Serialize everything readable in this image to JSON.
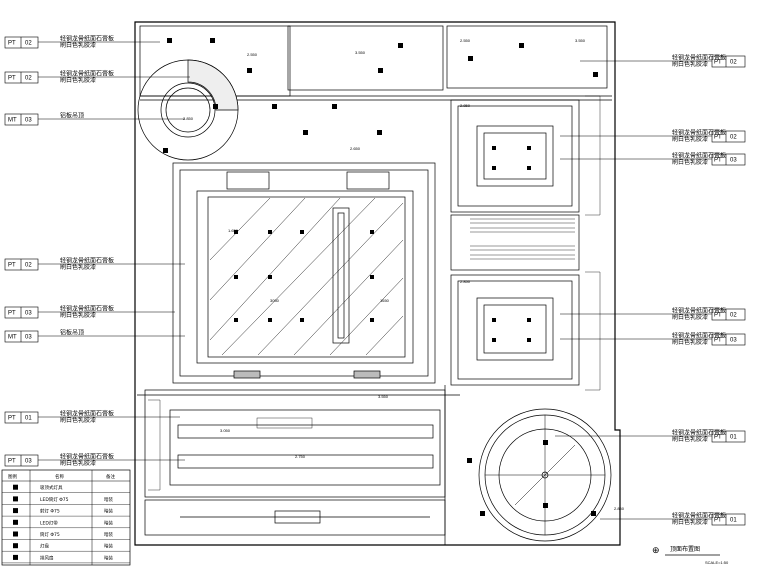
{
  "tags_left": [
    {
      "code": "PT",
      "num": "02",
      "note": "轻钢龙骨纸面石膏板",
      "sub": "刷白色乳胶漆"
    },
    {
      "code": "PT",
      "num": "02",
      "note": "轻钢龙骨纸面石膏板",
      "sub": "刷白色乳胶漆"
    },
    {
      "code": "MT",
      "num": "03",
      "note": "铝板吊顶",
      "sub": ""
    },
    {
      "code": "PT",
      "num": "02",
      "note": "轻钢龙骨纸面石膏板",
      "sub": "刷白色乳胶漆"
    },
    {
      "code": "PT",
      "num": "03",
      "note": "轻钢龙骨纸面石膏板",
      "sub": "刷白色乳胶漆"
    },
    {
      "code": "MT",
      "num": "03",
      "note": "铝板吊顶",
      "sub": ""
    },
    {
      "code": "PT",
      "num": "01",
      "note": "轻钢龙骨纸面石膏板",
      "sub": "刷白色乳胶漆"
    },
    {
      "code": "PT",
      "num": "03",
      "note": "轻钢龙骨纸面石膏板",
      "sub": "刷白色乳胶漆"
    }
  ],
  "tags_right": [
    {
      "code": "PT",
      "num": "02",
      "note": "轻钢龙骨纸面石膏板",
      "sub": "刷白色乳胶漆"
    },
    {
      "code": "PT",
      "num": "02",
      "note": "轻钢龙骨纸面石膏板",
      "sub": "刷白色乳胶漆"
    },
    {
      "code": "PT",
      "num": "03",
      "note": "轻钢龙骨纸面石膏板",
      "sub": "刷白色乳胶漆"
    },
    {
      "code": "PT",
      "num": "02",
      "note": "轻钢龙骨纸面石膏板",
      "sub": "刷白色乳胶漆"
    },
    {
      "code": "PT",
      "num": "03",
      "note": "轻钢龙骨纸面石膏板",
      "sub": "刷白色乳胶漆"
    },
    {
      "code": "PT",
      "num": "01",
      "note": "轻钢龙骨纸面石膏板",
      "sub": "刷白色乳胶漆"
    },
    {
      "code": "PT",
      "num": "01",
      "note": "轻钢龙骨纸面石膏板",
      "sub": "刷白色乳胶漆"
    }
  ],
  "dims": [
    "2.550",
    "3.550",
    "2.650",
    "1.650",
    "2.850",
    "3.050",
    "2.750",
    "500",
    "1650",
    "3050",
    "3.450"
  ],
  "legend": {
    "headers": [
      "图例",
      "名称",
      "备注"
    ],
    "rows": [
      {
        "name": "吸顶式灯具",
        "note": ""
      },
      {
        "name": "LED筒灯 Φ75",
        "note": "暗装"
      },
      {
        "name": "射灯 Φ75",
        "note": "暗装"
      },
      {
        "name": "LED灯带",
        "note": "暗装"
      },
      {
        "name": "筒灯 Φ75",
        "note": "暗装"
      },
      {
        "name": "灯盘",
        "note": "暗装"
      },
      {
        "name": "排风扇",
        "note": "暗装"
      }
    ]
  },
  "title": "顶面布置图",
  "scale": "SCALE=1:50"
}
